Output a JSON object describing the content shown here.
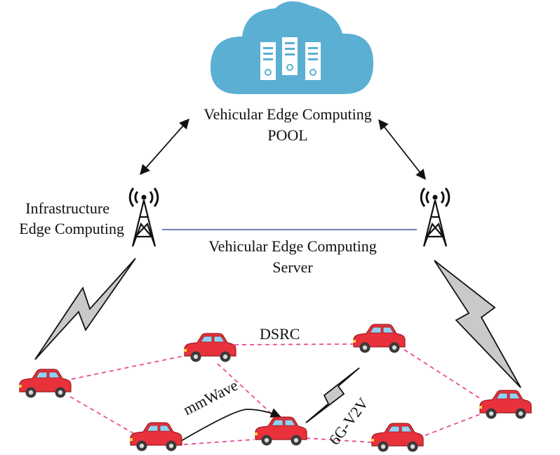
{
  "labels": {
    "pool_line1": "Vehicular Edge Computing",
    "pool_line2": "POOL",
    "infra_line1": "Infrastructure",
    "infra_line2": "Edge Computing",
    "server_line1": "Vehicular Edge Computing",
    "server_line2": "Server",
    "dsrc": "DSRC",
    "mmwave": "mmWave",
    "v2v": "6G-V2V"
  },
  "colors": {
    "cloud": "#5aafd3",
    "server_fill": "#ffffff",
    "car_body": "#e8313b",
    "car_window": "#8fd3f4",
    "dsrc_link": "#ec4a95",
    "server_link": "#5c6fa8",
    "lightning": "#c9c9c9"
  },
  "icons": [
    "cloud-icon",
    "server-rack-icon",
    "radio-tower-icon",
    "car-icon",
    "lightning-bolt-icon"
  ]
}
